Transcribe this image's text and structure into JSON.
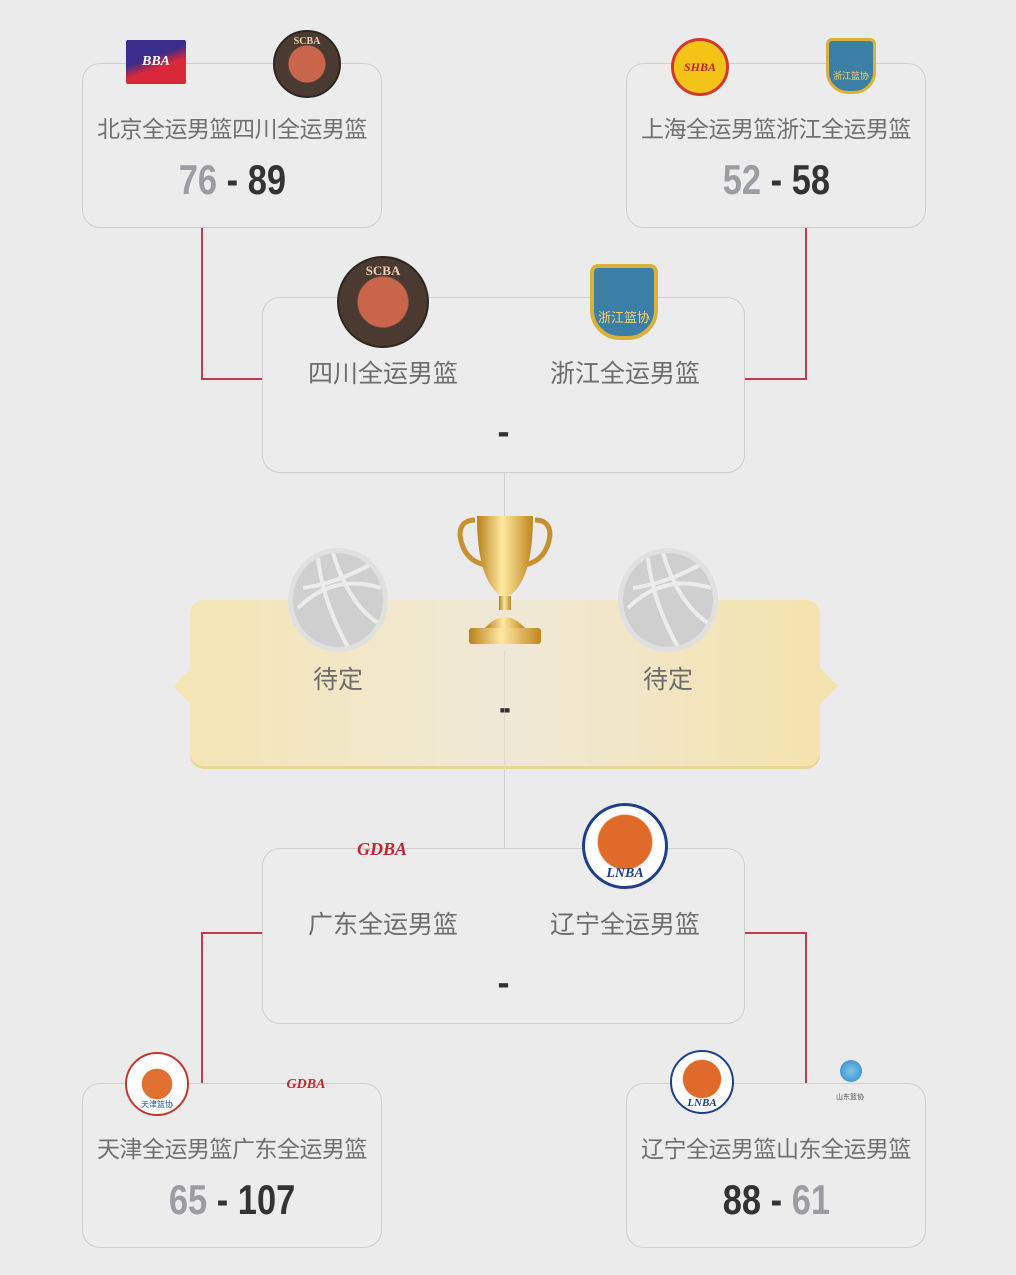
{
  "quarterfinals": [
    {
      "home": "北京全运男篮",
      "away": "四川全运男篮",
      "home_score": "76",
      "away_score": "89",
      "winner": "away"
    },
    {
      "home": "上海全运男篮",
      "away": "浙江全运男篮",
      "home_score": "52",
      "away_score": "58",
      "winner": "away"
    },
    {
      "home": "天津全运男篮",
      "away": "广东全运男篮",
      "home_score": "65",
      "away_score": "107",
      "winner": "away"
    },
    {
      "home": "辽宁全运男篮",
      "away": "山东全运男篮",
      "home_score": "88",
      "away_score": "61",
      "winner": "home"
    }
  ],
  "semifinals": [
    {
      "home": "四川全运男篮",
      "away": "浙江全运男篮",
      "score": "-"
    },
    {
      "home": "广东全运男篮",
      "away": "辽宁全运男篮",
      "score": "-"
    }
  ],
  "final": {
    "home": "待定",
    "away": "待定",
    "score": "-"
  },
  "separator": "-",
  "logo_text": {
    "beijing": "BBA",
    "sichuan": "SCBA",
    "shanghai": "SHBA",
    "zhejiang": "浙江篮协",
    "guangdong": "GDBA",
    "liaoning": "LNBA",
    "tianjin": "天津篮协",
    "shandong": "山东篮协"
  },
  "colors": {
    "line": "#c43a4e",
    "winner": "#333333",
    "loser": "#9b9da2",
    "final_bg": "#f5e6b5"
  }
}
